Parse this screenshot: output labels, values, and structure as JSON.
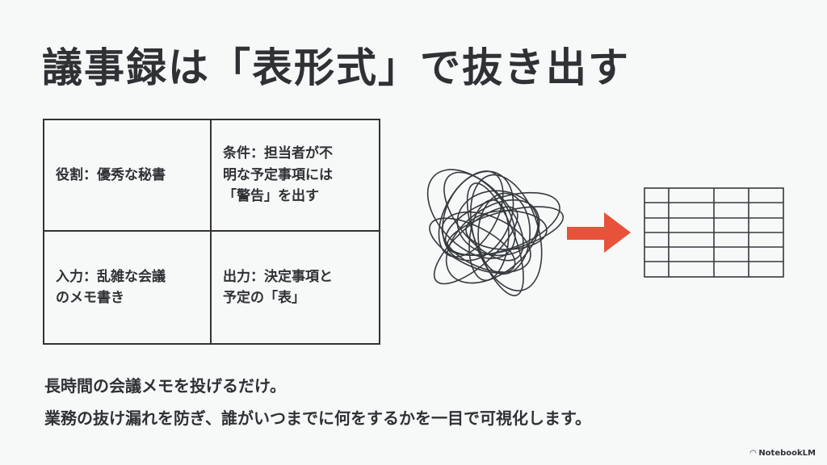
{
  "title": "議事録は「表形式」で抜き出す",
  "cells": [
    "役割：優秀な秘書",
    "条件：担当者が不\n明な予定事項には\n「警告」を出す",
    "入力：乱雑な会議\nのメモ書き",
    "出力：決定事項と\n予定の「表」"
  ],
  "bottom": [
    "長時間の会議メモを投げるだけ。",
    "業務の抜け漏れを防ぎ、誰がいつまでに何をするかを一目で可視化します。"
  ],
  "logo": "NotebookLM",
  "colors": {
    "text": "#2e3235",
    "arrow": "#e8523a",
    "background": "#f7f8f8"
  }
}
